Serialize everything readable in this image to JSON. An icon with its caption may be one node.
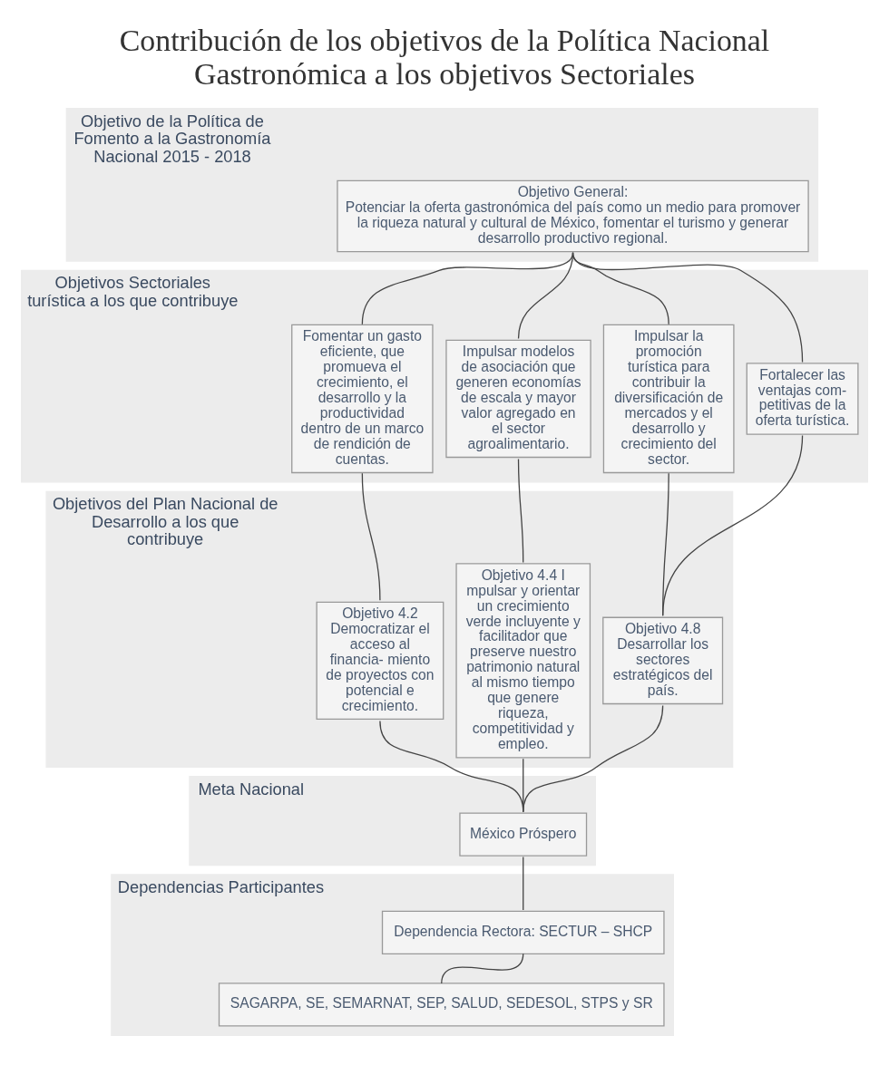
{
  "diagram": {
    "title": "Contribución de los objetivos de la Política Nacional Gastronómica a los objetivos Sectoriales",
    "nodes": [
      {
        "text": [
          "Objetivo de la Política de Fomento a la Gastronomía Nacional 2015 - 2018"
        ]
      },
      {
        "text": [
          "Objetivo General:",
          "Potenciar la oferta gastronómica del país como un medio para promover la riqueza natural y cultural de México, fomentar el turismo y generar desarrollo productivo regional."
        ],
        "in": 0
      },
      {
        "text": [
          "Objetivos Sectoriales turística a los que contribuye"
        ]
      },
      {
        "text": [
          "Fomentar un gasto eficiente, que promueva el crecimiento, el desarrollo y la productividad dentro de un marco de rendición de cuentas."
        ],
        "in": 2
      },
      {
        "text": [
          "Impulsar modelos de asociación que generen economías de escala y mayor valor agregado en el sector agroalimentario."
        ],
        "in": 2
      },
      {
        "text": [
          "Impulsar la promoción turística para contribuir la diversificación de mercados y el desarrollo y crecimiento del sector."
        ],
        "in": 2
      },
      {
        "text": [
          "Fortalecer las ventajas com- petitivas de la oferta turística."
        ],
        "in": 2
      },
      {
        "text": [
          "Objetivos del Plan Nacional de Desarrollo a los que contribuye"
        ]
      },
      {
        "text": [
          "Objetivo 4.2",
          "Democratizar el acceso al financia- miento de proyectos con potencial e crecimiento."
        ],
        "in": 7
      },
      {
        "text": [
          "Objetivo 4.4 I",
          "mpulsar y orientar un crecimiento verde incluyente y facilitador que preserve nuestro patrimonio natural al mismo tiempo que genere riqueza, competitividad y empleo."
        ],
        "in": 7
      },
      {
        "text": [
          "Objetivo 4.8",
          "Desarrollar los sectores estratégicos del país."
        ],
        "in": 7
      },
      {
        "text": [
          "Meta Nacional"
        ]
      },
      {
        "text": [
          "México Próspero"
        ],
        "in": 11
      },
      {
        "text": [
          "Dependencias Participantes"
        ]
      },
      {
        "text": [
          "Dependencia Rectora: SECTUR – SHCP"
        ],
        "in": 13
      },
      {
        "text": [
          "SAGARPA, SE, SEMARNAT, SEP, SALUD, SEDESOL, STPS y SR"
        ],
        "in": 13
      }
    ],
    "edges": [
      {
        "from": 1,
        "to": 3,
        "arrow": "none"
      },
      {
        "from": 1,
        "to": 4,
        "arrow": "none"
      },
      {
        "from": 1,
        "to": 5,
        "arrow": "none"
      },
      {
        "from": 1,
        "to": 6,
        "arrow": "none"
      },
      {
        "from": 3,
        "to": 8,
        "arrow": "none"
      },
      {
        "from": 4,
        "to": 9,
        "arrow": "none"
      },
      {
        "from": 5,
        "to": 10,
        "arrow": "none"
      },
      {
        "from": 6,
        "to": 10,
        "arrow": "none"
      },
      {
        "from": 8,
        "to": 12,
        "arrow": "none"
      },
      {
        "from": 9,
        "to": 12,
        "arrow": "none"
      },
      {
        "from": 10,
        "to": 12,
        "arrow": "none"
      },
      {
        "from": 12,
        "to": 14,
        "arrow": "none"
      },
      {
        "from": 14,
        "to": 15,
        "arrow": "none"
      }
    ]
  }
}
